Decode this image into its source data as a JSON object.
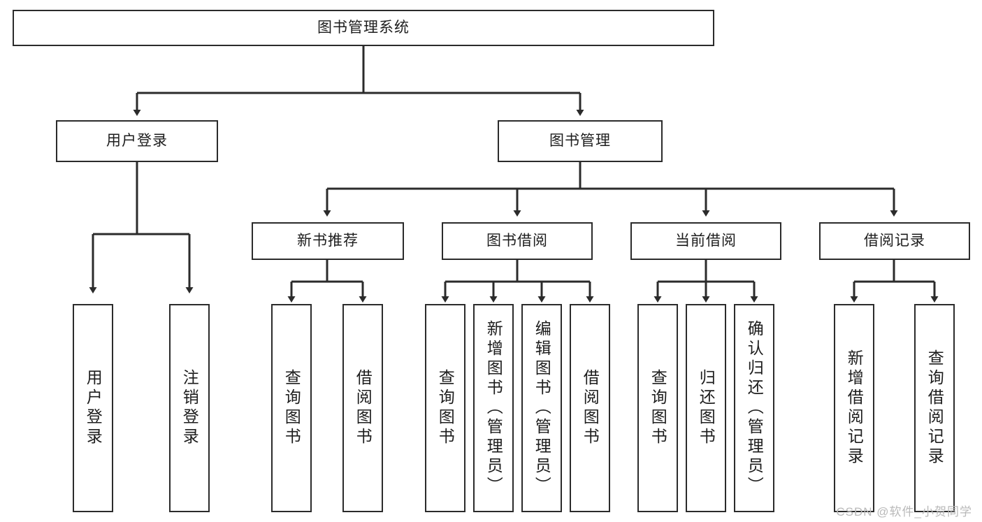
{
  "diagram": {
    "title_node": {
      "label": "图书管理系统"
    },
    "level2": [
      {
        "id": "user-login",
        "label": "用户登录"
      },
      {
        "id": "book-management",
        "label": "图书管理"
      }
    ],
    "level3": [
      {
        "id": "new-book-recommend",
        "label": "新书推荐"
      },
      {
        "id": "book-borrow",
        "label": "图书借阅"
      },
      {
        "id": "current-borrow",
        "label": "当前借阅"
      },
      {
        "id": "borrow-record",
        "label": "借阅记录"
      }
    ],
    "leaves": [
      {
        "id": "leaf-user-login",
        "label": "用户登录"
      },
      {
        "id": "leaf-logout-login",
        "label": "注销登录"
      },
      {
        "id": "leaf-query-book-1",
        "label": "查询图书"
      },
      {
        "id": "leaf-borrow-book-1",
        "label": "借阅图书"
      },
      {
        "id": "leaf-query-book-2",
        "label": "查询图书"
      },
      {
        "id": "leaf-add-book-admin",
        "label": "新增图书（管理员）"
      },
      {
        "id": "leaf-edit-book-admin",
        "label": "编辑图书（管理员）"
      },
      {
        "id": "leaf-borrow-book-2",
        "label": "借阅图书"
      },
      {
        "id": "leaf-query-book-3",
        "label": "查询图书"
      },
      {
        "id": "leaf-return-book",
        "label": "归还图书"
      },
      {
        "id": "leaf-confirm-return-admin",
        "label": "确认归还（管理员）"
      },
      {
        "id": "leaf-add-borrow-record",
        "label": "新增借阅记录"
      },
      {
        "id": "leaf-query-borrow-record",
        "label": "查询借阅记录"
      }
    ]
  },
  "watermark": {
    "text": "CSDN @软件_小贺同学"
  },
  "colors": {
    "stroke": "#2b2b2b",
    "fill": "#ffffff",
    "text": "#1d1d1d",
    "watermark": "#b9b9b9"
  }
}
